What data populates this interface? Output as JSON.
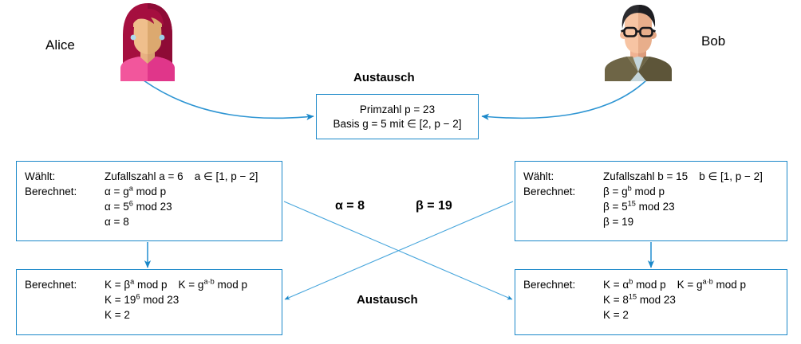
{
  "diagram": {
    "title_top": "Austausch",
    "title_bottom": "Austausch",
    "accent_color": "#1B88C9",
    "text_color": "#000000",
    "background": "#ffffff"
  },
  "people": {
    "alice": {
      "name": "Alice",
      "avatar_icon": "woman-avatar-icon"
    },
    "bob": {
      "name": "Bob",
      "avatar_icon": "man-with-glasses-avatar-icon"
    }
  },
  "exchange_box": {
    "line1": "Primzahl p = 23",
    "line2": "Basis g = 5 mit ∈ [2, p − 2]"
  },
  "alice_calc": {
    "label_choose": "Wählt:",
    "label_compute": "Berechnet:",
    "row0_html": "Zufallszahl a = 6<span class=\"gap\"></span>a ∈ [1, p − 2]",
    "row1_html": "α = g<sup>a</sup> mod p",
    "row2_html": "α = 5<sup>6</sup> mod 23",
    "row3_html": "α = 8"
  },
  "bob_calc": {
    "label_choose": "Wählt:",
    "label_compute": "Berechnet:",
    "row0_html": "Zufallszahl b = 15<span class=\"gap\"></span>b ∈ [1, p − 2]",
    "row1_html": "β = g<sup>b</sup> mod p",
    "row2_html": "β = 5<sup>15</sup> mod 23",
    "row3_html": "β = 19"
  },
  "alice_key": {
    "label_compute": "Berechnet:",
    "row0_html": "K = β<sup>a</sup> mod p<span class=\"gap\"></span>K = g<sup>a·b</sup> mod p",
    "row1_html": "K = 19<sup>6</sup> mod 23",
    "row2_html": "K = 2"
  },
  "bob_key": {
    "label_compute": "Berechnet:",
    "row0_html": "K = α<sup>b</sup> mod p<span class=\"gap\"></span>K = g<sup>a·b</sup> mod p",
    "row1_html": "K = 8<sup>15</sup> mod 23",
    "row2_html": "K = 2"
  },
  "transfer_labels": {
    "alpha": "α = 8",
    "beta": "β = 19"
  }
}
